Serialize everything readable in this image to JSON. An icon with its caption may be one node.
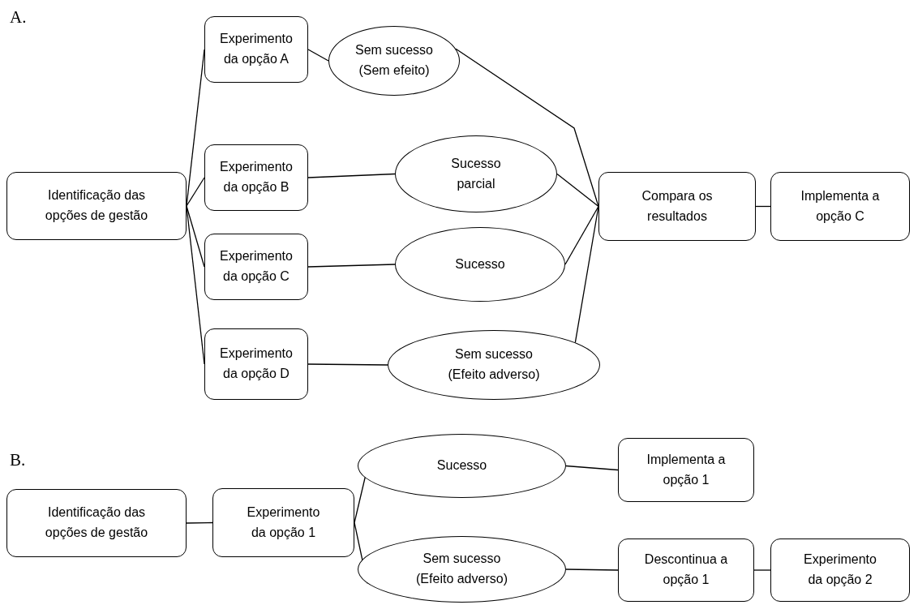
{
  "diagram": {
    "nodes": [
      {
        "text": [
          "Identificação das opções de gestão"
        ]
      },
      {
        "text": [
          "Experimento da opção A"
        ]
      },
      {
        "text": [
          "Sem sucesso (Sem efeito)"
        ]
      },
      {
        "text": [
          "Experimento da opção B"
        ]
      },
      {
        "text": [
          "Sucesso parcial"
        ]
      },
      {
        "text": [
          "Compara os resultados"
        ]
      },
      {
        "text": [
          "Implementa a opção C"
        ]
      },
      {
        "text": [
          "Experimento da opção C"
        ]
      },
      {
        "text": [
          "Sucesso"
        ]
      },
      {
        "text": [
          "Experimento da opção D"
        ]
      },
      {
        "text": [
          "Sem sucesso (Efeito adverso)"
        ]
      },
      {
        "text": [
          "Sucesso"
        ]
      },
      {
        "text": [
          "Implementa a opção 1"
        ]
      },
      {
        "text": [
          "Identificação das opções de gestão"
        ]
      },
      {
        "text": [
          "Experimento da opção 1"
        ]
      },
      {
        "text": [
          "Sem sucesso (Efeito adverso)"
        ]
      },
      {
        "text": [
          "Descontinua a opção 1"
        ]
      },
      {
        "text": [
          "Experimento da opção 2"
        ]
      }
    ],
    "edges": [
      {
        "from": 0,
        "to": 1,
        "arrow": "none"
      },
      {
        "from": 0,
        "to": 3,
        "arrow": "none"
      },
      {
        "from": 0,
        "to": 7,
        "arrow": "none"
      },
      {
        "from": 0,
        "to": 9,
        "arrow": "none"
      },
      {
        "from": 1,
        "to": 2,
        "arrow": "none"
      },
      {
        "from": 3,
        "to": 4,
        "arrow": "none"
      },
      {
        "from": 7,
        "to": 8,
        "arrow": "none"
      },
      {
        "from": 9,
        "to": 10,
        "arrow": "none"
      },
      {
        "from": 2,
        "to": 5,
        "arrow": "none"
      },
      {
        "from": 4,
        "to": 5,
        "arrow": "none"
      },
      {
        "from": 8,
        "to": 5,
        "arrow": "none"
      },
      {
        "from": 10,
        "to": 5,
        "arrow": "none"
      },
      {
        "from": 5,
        "to": 6,
        "arrow": "none"
      },
      {
        "from": 13,
        "to": 14,
        "arrow": "none"
      },
      {
        "from": 14,
        "to": 11,
        "arrow": "none"
      },
      {
        "from": 14,
        "to": 15,
        "arrow": "none"
      },
      {
        "from": 11,
        "to": 12,
        "arrow": "none"
      },
      {
        "from": 15,
        "to": 16,
        "arrow": "none"
      },
      {
        "from": 16,
        "to": 17,
        "arrow": "none"
      }
    ],
    "labels": [
      "A.",
      "B."
    ]
  }
}
